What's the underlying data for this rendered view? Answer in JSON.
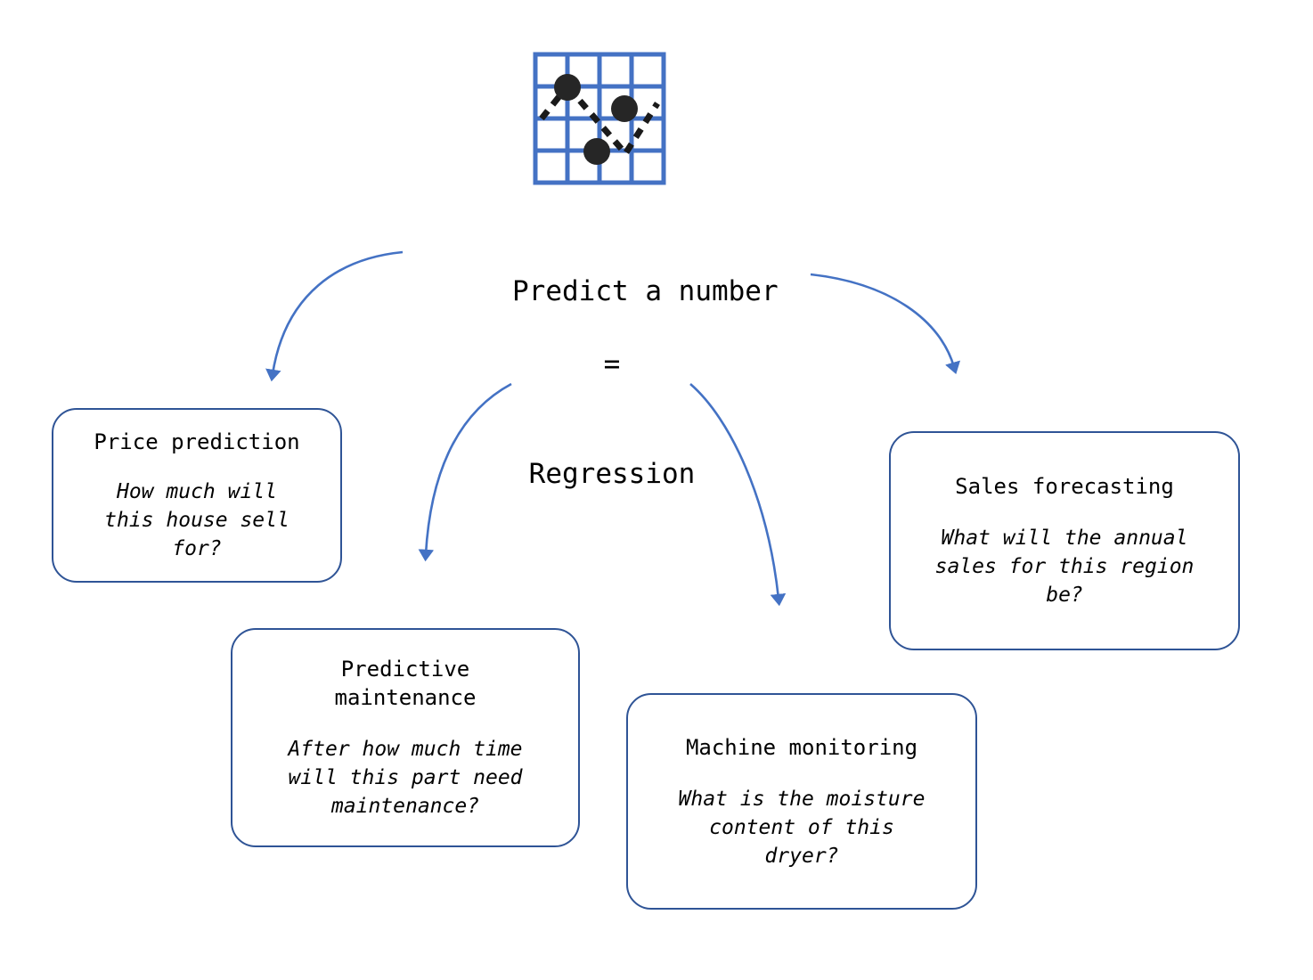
{
  "diagram": {
    "title_line1": "Predict a number",
    "title_line2": "=",
    "title_line3": "Regression",
    "icon": {
      "name": "regression-scatter-grid-icon",
      "grid_color": "#4472c4",
      "point_color": "#262626",
      "dash_color": "#1a1a1a"
    },
    "colors": {
      "box_border": "#2f5496",
      "arrow": "#4472c4",
      "text": "#000000",
      "background": "#ffffff"
    },
    "nodes": [
      {
        "id": "price-prediction",
        "title": "Price prediction",
        "question": "How much will\nthis house sell\nfor?"
      },
      {
        "id": "predictive-maintenance",
        "title": "Predictive\nmaintenance",
        "question": "After how much time\nwill this part need\nmaintenance?"
      },
      {
        "id": "machine-monitoring",
        "title": "Machine monitoring",
        "question": "What is the moisture\ncontent of this\ndryer?"
      },
      {
        "id": "sales-forecasting",
        "title": "Sales forecasting",
        "question": "What will the annual\nsales for this region\nbe?"
      }
    ],
    "arrows": [
      {
        "name": "arrow-to-price-prediction",
        "from": "center",
        "to": "price-prediction"
      },
      {
        "name": "arrow-to-predictive-maintenance",
        "from": "center",
        "to": "predictive-maintenance"
      },
      {
        "name": "arrow-to-machine-monitoring",
        "from": "center",
        "to": "machine-monitoring"
      },
      {
        "name": "arrow-to-sales-forecasting",
        "from": "center",
        "to": "sales-forecasting"
      }
    ]
  }
}
